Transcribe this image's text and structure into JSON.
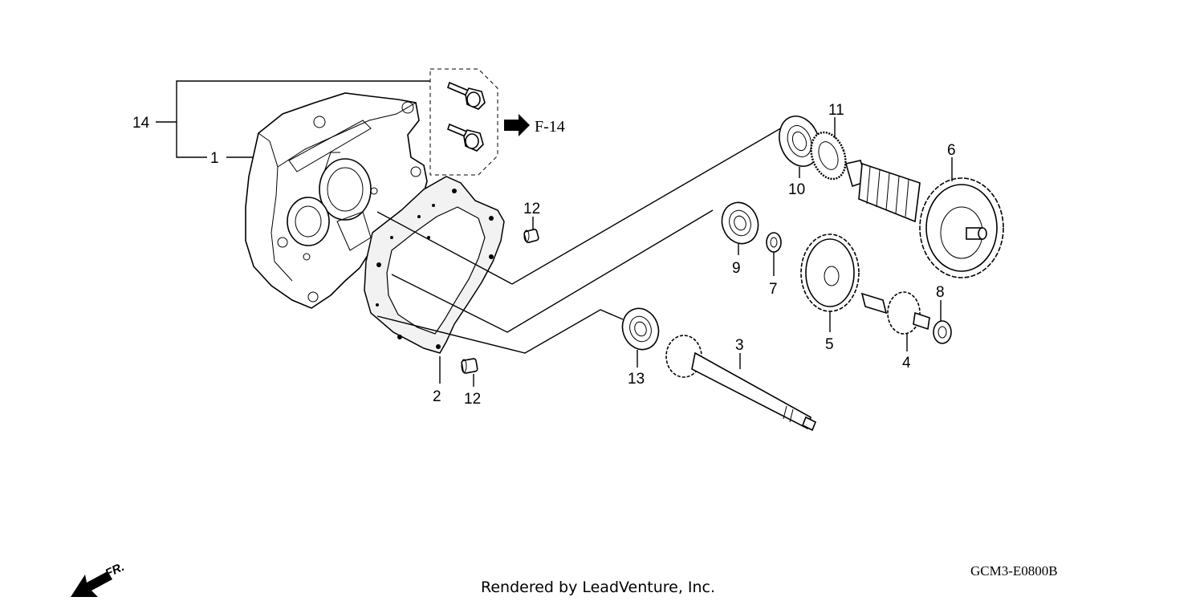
{
  "callouts": {
    "p1": "1",
    "p2": "2",
    "p3": "3",
    "p4": "4",
    "p5": "5",
    "p6": "6",
    "p7": "7",
    "p8": "8",
    "p9": "9",
    "p10": "10",
    "p11": "11",
    "p12a": "12",
    "p12b": "12",
    "p13": "13",
    "p14": "14"
  },
  "reference": "F-14",
  "diagram_code": "GCM3-E0800B",
  "credit": "Rendered by LeadVenture, Inc.",
  "direction_label": "FR.",
  "icons": {
    "reference_arrow": "right-arrow-icon",
    "front_arrow": "front-direction-arrow-icon"
  }
}
